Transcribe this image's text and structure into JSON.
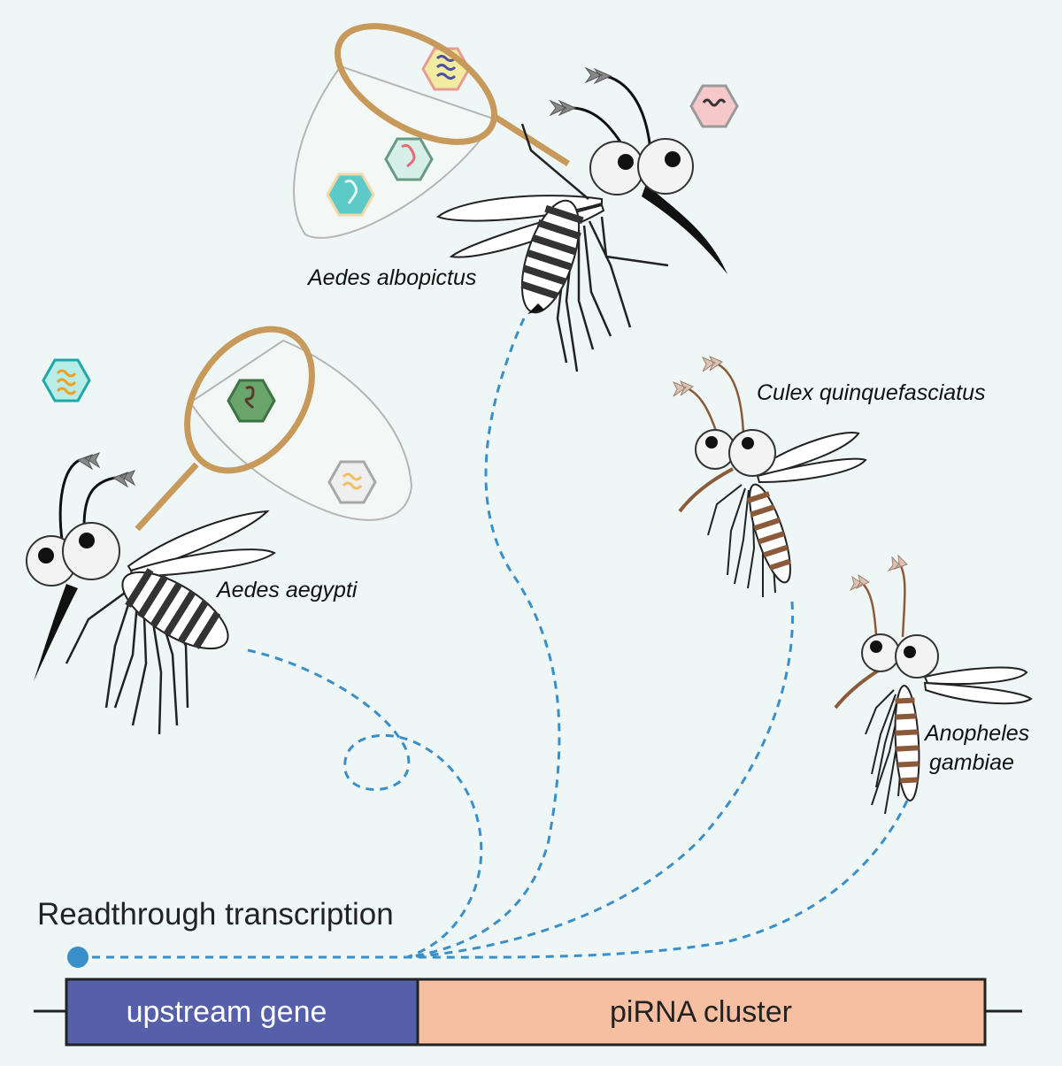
{
  "species": {
    "albopictus": "Aedes albopictus",
    "aegypti": "Aedes aegypti",
    "culex": "Culex quinquefasciatus",
    "anopheles_line1": "Anopheles",
    "anopheles_line2": "gambiae"
  },
  "readthrough_label": "Readthrough transcription",
  "genome": {
    "upstream_label": "upstream gene",
    "cluster_label": "piRNA cluster"
  },
  "colors": {
    "background": "#eef7f6",
    "dashed_path": "#3a8fc9",
    "upstream_gene": "#5660aa",
    "pirna_cluster": "#f6bfa1",
    "net_rim": "#c7995a"
  }
}
